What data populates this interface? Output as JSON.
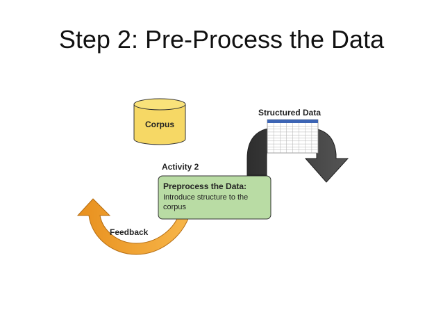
{
  "slide": {
    "title": "Step 2: Pre-Process the Data"
  },
  "diagram": {
    "corpus_label": "Corpus",
    "structured_data_label": "Structured Data",
    "activity_label": "Activity 2",
    "process_box": {
      "title": "Preprocess the Data:",
      "line1": "Introduce structure to the",
      "line2": "corpus"
    },
    "feedback_label": "Feedback"
  },
  "colors": {
    "corpus_fill": "#f6d865",
    "process_fill": "#b9dca4",
    "feedback_arrow": "#f0a030",
    "dark_arrow": "#3a3a3a",
    "table_header": "#3c64b4"
  }
}
